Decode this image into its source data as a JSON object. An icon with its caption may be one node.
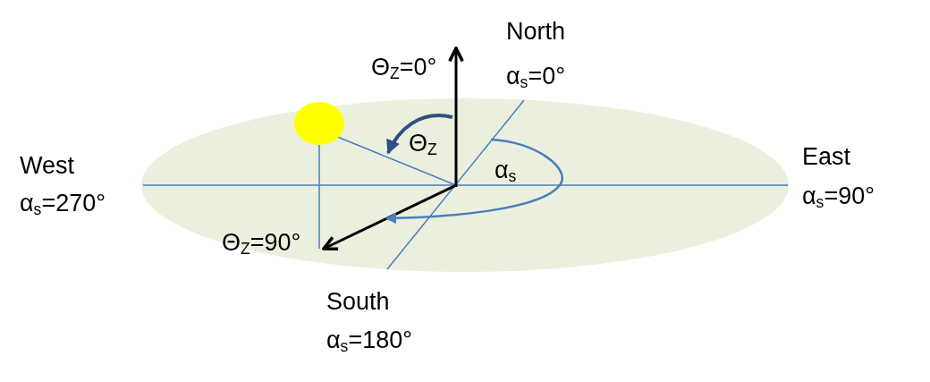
{
  "diagram": {
    "labels": [
      "North",
      "α$_{s}$=0°",
      "Θ$_{Z}$=0°",
      "Θ$_{Z}$",
      "α$_{s}$",
      "West",
      "α$_{s}$=270°",
      "East",
      "α$_{s}$=90°",
      "Θ$_{Z}$=90°",
      "South",
      "α$_{s}$=180°"
    ]
  }
}
